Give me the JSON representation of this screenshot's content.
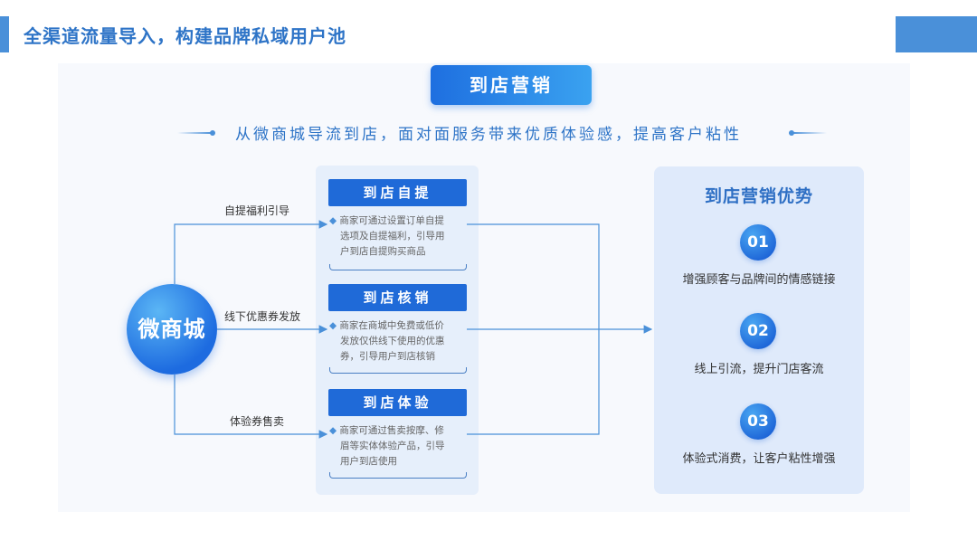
{
  "slide": {
    "title": "全渠道流量导入，构建品牌私域用户池"
  },
  "diagram": {
    "banner": "到店营销",
    "subtitle": "从微商城导流到店，面对面服务带来优质体验感，提高客户粘性",
    "hub": "微商城",
    "branches": [
      {
        "label": "自提福利引导"
      },
      {
        "label": "线下优惠券发放"
      },
      {
        "label": "体验券售卖"
      }
    ],
    "cards": [
      {
        "title": "到店自提",
        "lines": [
          "商家可通过设置订单自提",
          "选项及自提福利，引导用",
          "户到店自提购买商品"
        ]
      },
      {
        "title": "到店核销",
        "lines": [
          "商家在商城中免费或低价",
          "发放仅供线下使用的优惠",
          "券，引导用户到店核销"
        ]
      },
      {
        "title": "到店体验",
        "lines": [
          "商家可通过售卖按摩、修",
          "眉等实体体验产品，引导",
          "用户到店使用"
        ]
      }
    ],
    "advantages": {
      "title": "到店营销优势",
      "items": [
        {
          "num": "01",
          "text": "增强顾客与品牌间的情感链接"
        },
        {
          "num": "02",
          "text": "线上引流，提升门店客流"
        },
        {
          "num": "03",
          "text": "体验式消费，让客户粘性增强"
        }
      ]
    }
  },
  "colors": {
    "accent": "#1f6ad8",
    "title_blue": "#2e74c7",
    "panel_bg": "#f7f9fd",
    "card_col_bg": "#e6effb",
    "adv_bg": "#dfeafb",
    "connector": "#4a90d9"
  }
}
